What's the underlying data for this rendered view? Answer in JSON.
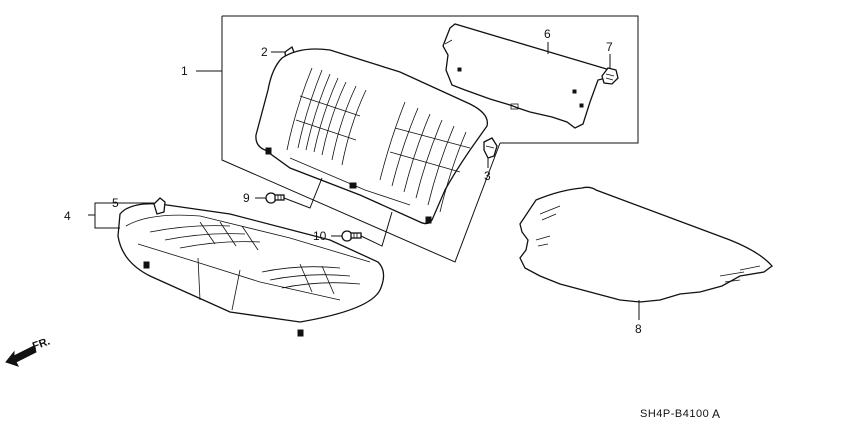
{
  "callouts": [
    {
      "id": "1",
      "text": "1"
    },
    {
      "id": "2",
      "text": "2"
    },
    {
      "id": "3",
      "text": "3"
    },
    {
      "id": "4",
      "text": "4"
    },
    {
      "id": "5",
      "text": "5"
    },
    {
      "id": "6",
      "text": "6"
    },
    {
      "id": "7",
      "text": "7"
    },
    {
      "id": "8",
      "text": "8"
    },
    {
      "id": "9",
      "text": "9"
    },
    {
      "id": "10",
      "text": "10"
    }
  ],
  "direction_marker": "FR.",
  "diagram_code": "SH4P-B4100",
  "diagram_revision": "A",
  "colors": {
    "ink": "#111111",
    "background": "#ffffff"
  }
}
